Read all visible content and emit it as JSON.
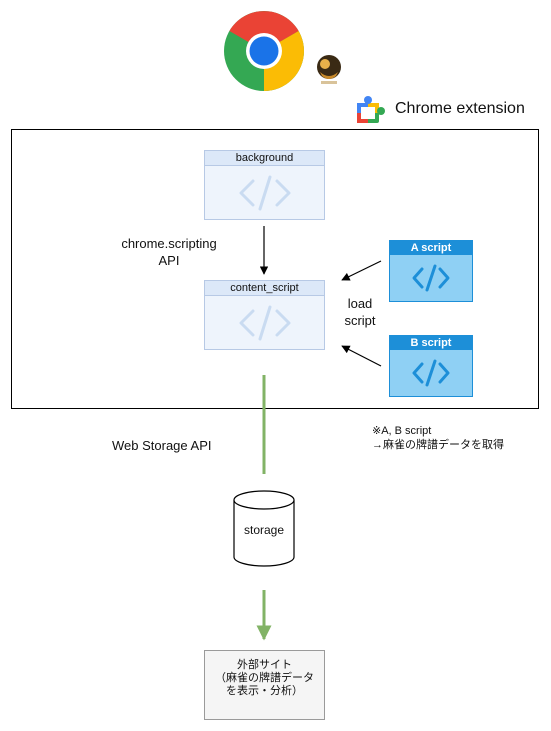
{
  "header": {
    "chrome_logo_icon": "chrome-logo-icon",
    "mascot_icon": "mascot-badge-icon",
    "extension_icon": "puzzle-piece-icon",
    "extension_label": "Chrome extension"
  },
  "nodes": {
    "background": "background",
    "content_script": "content_script",
    "a_script": "A script",
    "b_script": "B script",
    "storage": "storage",
    "external_site": [
      "外部サイト",
      "（麻雀の牌譜データ",
      "を表示・分析）"
    ]
  },
  "labels": {
    "scripting_api": [
      "chrome.scripting",
      "API"
    ],
    "load_script": [
      "load",
      "script"
    ],
    "web_storage_api": "Web Storage API",
    "note": [
      "※A, B script",
      "→麻雀の牌譜データを取得"
    ]
  },
  "colors": {
    "code_box_fill": "#eef4fc",
    "code_box_border": "#b7c9e5",
    "script_box_fill": "#8fd0f4",
    "script_box_header": "#1d8fd8",
    "green_arrow": "#82b366"
  }
}
